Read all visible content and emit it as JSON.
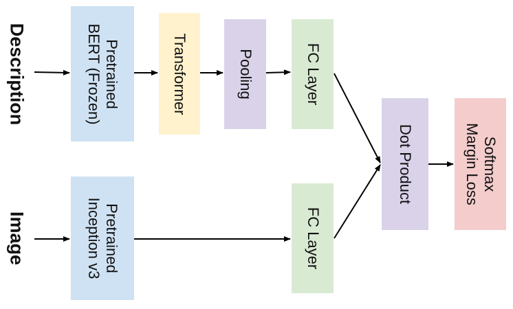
{
  "rows": {
    "description": "Description",
    "image": "Image"
  },
  "blocks": {
    "bert": {
      "lines": [
        "Pretrained",
        "BERT (Frozen)"
      ],
      "color": "#cfe2f3"
    },
    "transformer": {
      "lines": [
        "Transformer"
      ],
      "color": "#fff2cc"
    },
    "pooling": {
      "lines": [
        "Pooling"
      ],
      "color": "#d9d2e9"
    },
    "fc_desc": {
      "lines": [
        "FC Layer"
      ],
      "color": "#d9ead3"
    },
    "inception": {
      "lines": [
        "Pretrained",
        "Inception v3"
      ],
      "color": "#cfe2f3"
    },
    "fc_img": {
      "lines": [
        "FC Layer"
      ],
      "color": "#d9ead3"
    },
    "dot": {
      "lines": [
        "Dot Product"
      ],
      "color": "#d9d2e9"
    },
    "loss": {
      "lines": [
        "Softmax",
        "Margin Loss"
      ],
      "color": "#f4cccc"
    }
  },
  "colors": {
    "arrow": "#000000",
    "text": "#111111"
  }
}
